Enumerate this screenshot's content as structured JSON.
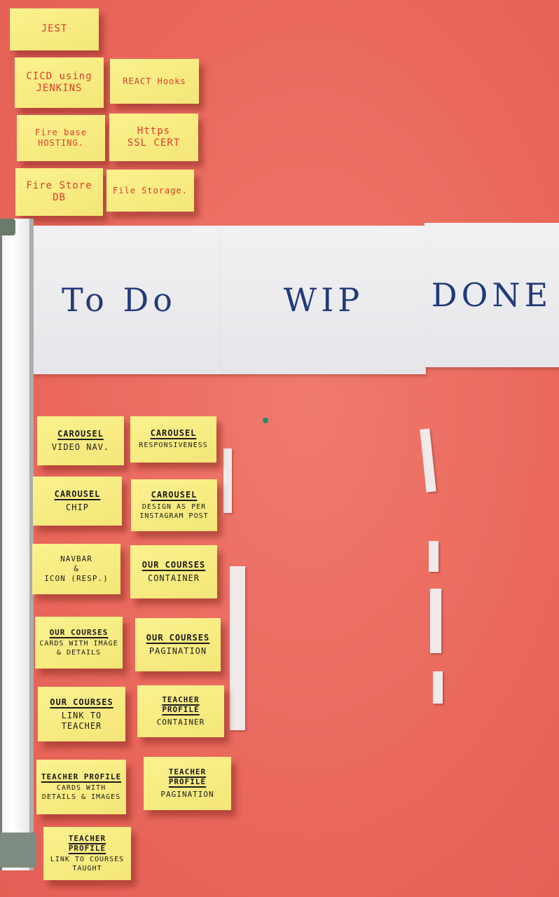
{
  "columns": {
    "todo": "To Do",
    "wip": "WIP",
    "done": "DONE"
  },
  "top_notes": [
    {
      "text": "JEST"
    },
    {
      "line1": "CICD using",
      "line2": "JENKINS"
    },
    {
      "text": "REACT Hooks"
    },
    {
      "line1": "Fire base",
      "line2": "HOSTING."
    },
    {
      "line1": "Https",
      "line2": "SSL CERT"
    },
    {
      "line1": "Fire Store",
      "line2": "DB"
    },
    {
      "text": "File Storage."
    }
  ],
  "todo_notes": [
    {
      "title": "CAROUSEL",
      "body1": "VIDEO NAV.",
      "body2": ""
    },
    {
      "title": "CAROUSEL",
      "body1": "RESPONSIVENESS",
      "body2": ""
    },
    {
      "title": "CAROUSEL",
      "body1": "CHIP",
      "body2": ""
    },
    {
      "title": "CAROUSEL",
      "body1": "DESIGN AS PER",
      "body2": "INSTAGRAM POST"
    },
    {
      "title": "",
      "body1": "NAVBAR",
      "body2": "&",
      "body3": "ICON (RESP.)"
    },
    {
      "title": "OUR COURSES",
      "body1": "CONTAINER",
      "body2": ""
    },
    {
      "title": "OUR COURSES",
      "body1": "CARDS WITH IMAGE",
      "body2": "& DETAILS"
    },
    {
      "title": "OUR COURSES",
      "body1": "PAGINATION",
      "body2": ""
    },
    {
      "title": "OUR COURSES",
      "body1": "LINK TO",
      "body2": "TEACHER"
    },
    {
      "title": "TEACHER PROFILE",
      "body1": "CONTAINER",
      "body2": ""
    },
    {
      "title": "TEACHER PROFILE",
      "body1": "CARDS WITH",
      "body2": "DETAILS & IMAGES"
    },
    {
      "title": "TEACHER PROFILE",
      "body1": "PAGINATION",
      "body2": ""
    },
    {
      "title": "TEACHER PROFILE",
      "body1": "LINK TO COURSES",
      "body2": "TAUGHT"
    }
  ],
  "colors": {
    "wall": "#ec6e62",
    "sticky": "#f7ec82",
    "header_ink": "#233a7a",
    "red_ink": "#e0392f"
  }
}
